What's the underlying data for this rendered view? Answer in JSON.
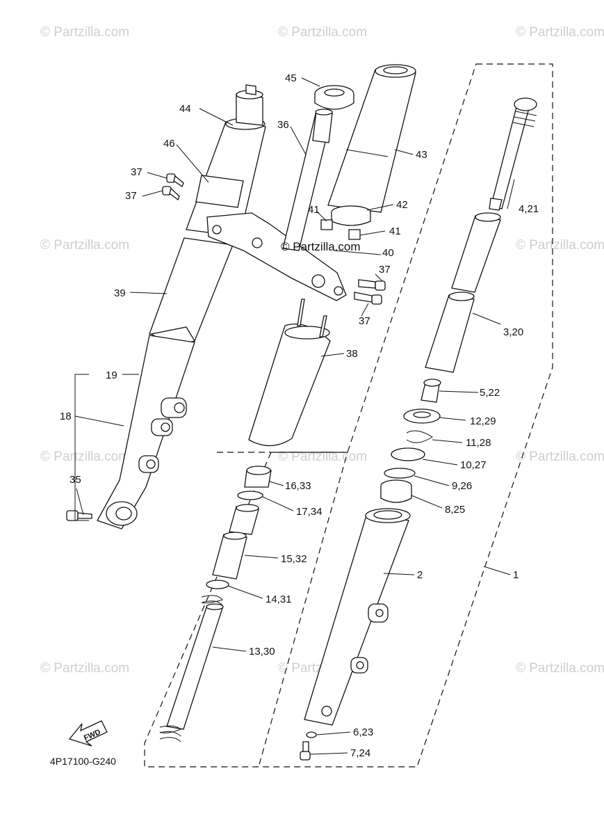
{
  "diagram": {
    "code": "4P17100-G240",
    "fwd_label": "FWD",
    "center_watermark": "© Partzilla.com",
    "watermark": "© Partzilla.com",
    "callouts": {
      "c44": "44",
      "c46": "46",
      "c37a": "37",
      "c37b": "37",
      "c45": "45",
      "c36": "36",
      "c43": "43",
      "c42": "42",
      "c41a": "41",
      "c41b": "41",
      "c40": "40",
      "c37c": "37",
      "c37d": "37",
      "c39": "39",
      "c38": "38",
      "c19": "19",
      "c18": "18",
      "c35": "35",
      "c4_21": "4,21",
      "c3_20": "3,20",
      "c5_22": "5,22",
      "c12_29": "12,29",
      "c11_28": "11,28",
      "c10_27": "10,27",
      "c9_26": "9,26",
      "c8_25": "8,25",
      "c16_33": "16,33",
      "c17_34": "17,34",
      "c15_32": "15,32",
      "c14_31": "14,31",
      "c13_30": "13,30",
      "c2": "2",
      "c1": "1",
      "c6_23": "6,23",
      "c7_24": "7,24"
    }
  }
}
